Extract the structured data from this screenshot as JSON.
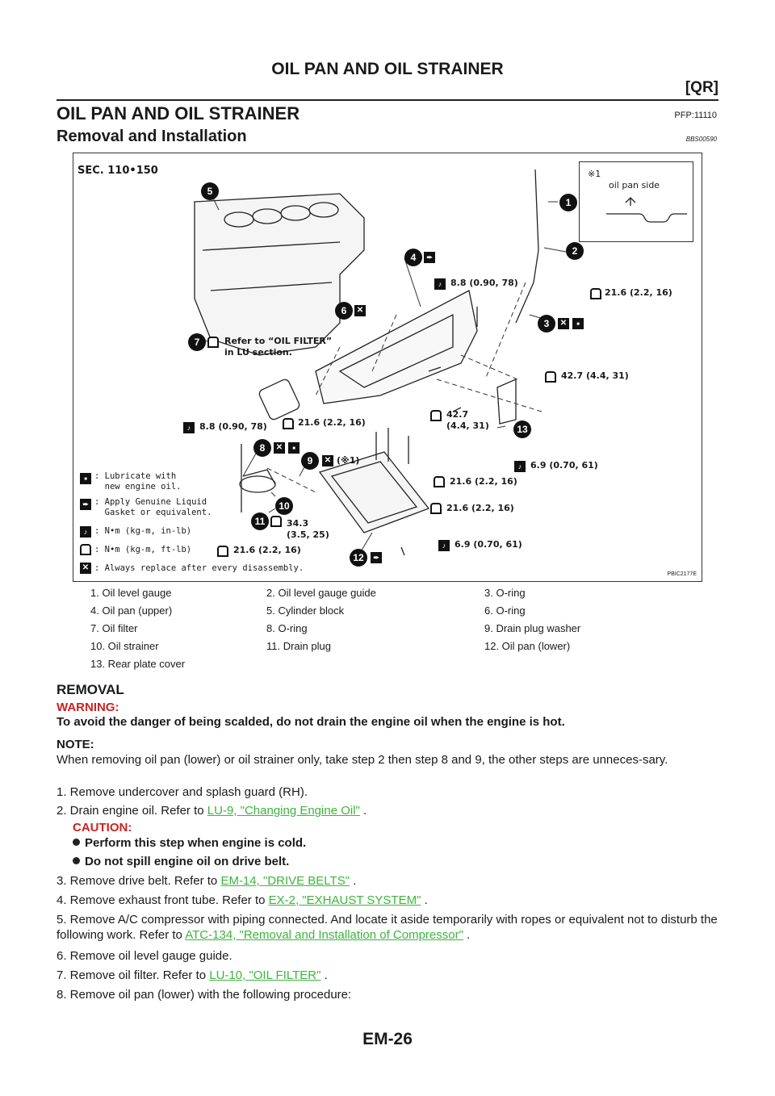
{
  "header": {
    "title": "OIL PAN AND OIL STRAINER",
    "section": "[QR]"
  },
  "main_title": "OIL PAN AND OIL STRAINER",
  "pfp_code": "PFP:11110",
  "subtitle": "Removal and Installation",
  "bbs_code": "BBS00590",
  "figure": {
    "sec_label": "SEC. 110•150",
    "inset_mark": "※1",
    "inset_label": "oil pan side",
    "figure_code": "PBIC2177E",
    "callouts": {
      "c7": "Refer to “OIL FILTER”\nin LU section.",
      "t_8_8a": "8.8 (0.90, 78)",
      "t_21_6a": "21.6 (2.2, 16)",
      "t_42_7a": "42.7 (4.4, 31)",
      "t_42_7b": "42.7\n(4.4, 31)",
      "t_8_8b": "8.8 (0.90, 78)",
      "t_21_6b": "21.6 (2.2, 16)",
      "t_9": "(※1)",
      "t_6_9a": "6.9 (0.70, 61)",
      "t_21_6c": "21.6 (2.2, 16)",
      "t_21_6d": "21.6 (2.2, 16)",
      "t_34_3": "34.3\n(3.5, 25)",
      "t_21_6e": "21.6 (2.2, 16)",
      "t_6_9b": "6.9 (0.70, 61)"
    },
    "legend": [
      ": Lubricate with\n  new engine oil.",
      ": Apply Genuine Liquid\n  Gasket or equivalent.",
      ": N•m (kg-m, in-lb)",
      ": N•m (kg-m, ft-lb)",
      ": Always replace after every disassembly."
    ],
    "numbers": [
      "1",
      "2",
      "3",
      "4",
      "5",
      "6",
      "7",
      "8",
      "9",
      "10",
      "11",
      "12",
      "13"
    ]
  },
  "parts": [
    "1.  Oil level gauge",
    "2.  Oil level gauge guide",
    "3.  O-ring",
    "4.  Oil pan (upper)",
    "5.  Cylinder block",
    "6.  O-ring",
    "7.  Oil filter",
    "8.  O-ring",
    "9.  Drain plug washer",
    "10.  Oil strainer",
    "11.  Drain plug",
    "12.  Oil pan (lower)",
    "13.  Rear plate cover"
  ],
  "removal": {
    "heading": "REMOVAL",
    "warning_label": "WARNING:",
    "warning_text": "To avoid the danger of being scalded, do not drain the engine oil when the engine is hot.",
    "note_label": "NOTE:",
    "note_text": "When removing oil pan (lower) or oil strainer only, take step 2 then step 8 and 9, the other steps are unneces-sary.",
    "steps": {
      "s1": "1.  Remove undercover and splash guard (RH).",
      "s2": "2.  Drain engine oil. Refer to ",
      "s2_ref": "LU-9, \"Changing Engine Oil\"",
      "caution_label": "CAUTION:",
      "caution1": "Perform this step when engine is cold.",
      "caution2": "Do not spill engine oil on drive belt.",
      "s3": "3.  Remove drive belt. Refer to ",
      "s3_ref": "EM-14, \"DRIVE BELTS\"",
      "s4": "4.  Remove exhaust front tube. Refer to ",
      "s4_ref": "EX-2, \"EXHAUST SYSTEM\"",
      "s5": "5.  Remove A/C compressor with piping connected. And locate it aside temporarily with ropes or equivalent not to disturb the following work. Refer to ",
      "s5_ref": "ATC-134, \"Removal and Installation of Compressor\"",
      "s6": "6.  Remove oil level gauge guide.",
      "s7": "7.  Remove oil filter. Refer to ",
      "s7_ref": "LU-10, \"OIL FILTER\"",
      "s8": "8.  Remove oil pan (lower) with the following procedure:",
      "period": " ."
    }
  },
  "page_number": "EM-26"
}
